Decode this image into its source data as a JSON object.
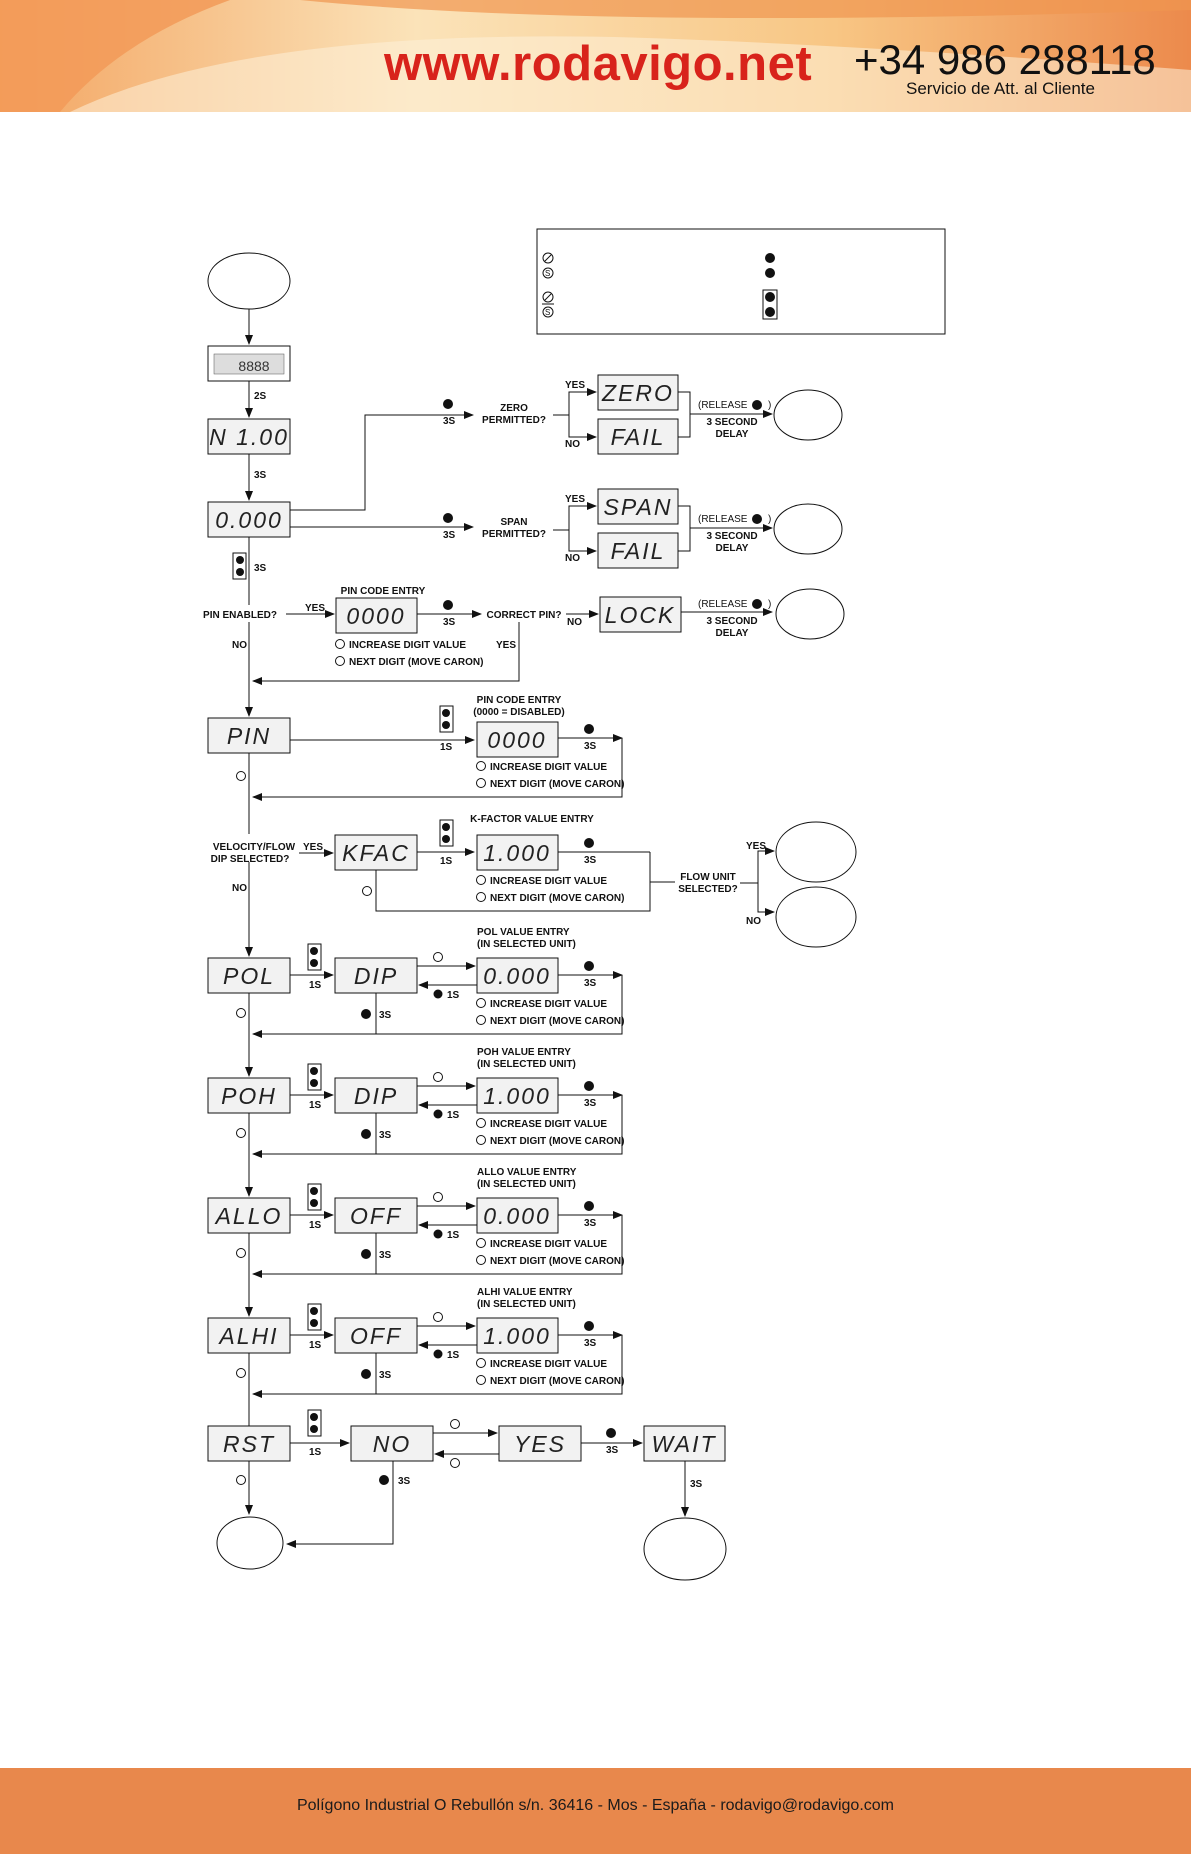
{
  "header": {
    "website": "www.rodavigo.net",
    "phone": "+34 986 288118",
    "service": "Servicio de Att. al Cliente"
  },
  "footer": {
    "address": "Polígono Industrial O Rebullón s/n. 36416 - Mos - España - rodavigo@rodavigo.com"
  },
  "colors": {
    "header_orange": "#f0a160",
    "header_light": "#fbd9a6",
    "footer_orange": "#e8884c",
    "brand_red": "#d8231b"
  },
  "icons": {
    "zero_button": "Z",
    "span_button": "S"
  },
  "diagram": {
    "lcd": {
      "n100": "N 1.00",
      "value0": "0.000",
      "zero": "ZERO",
      "fail": "FAIL",
      "span": "SPAN",
      "pin0": "0000",
      "lock": "LOCK",
      "pin": "PIN",
      "kfac": "KFAC",
      "kval": "1.000",
      "pol": "POL",
      "dip": "DIP",
      "pol_val": "0.000",
      "poh": "POH",
      "poh_val": "1.000",
      "allo": "ALLO",
      "off": "OFF",
      "allo_val": "0.000",
      "alhi": "ALHI",
      "alhi_val": "1.000",
      "rst": "RST",
      "no": "NO",
      "yes": "YES",
      "wait": "WAIT"
    },
    "labels": {
      "t2s": "2S",
      "t3s": "3S",
      "t1s": "1S",
      "zero_permitted": "ZERO",
      "zero_permitted2": "PERMITTED?",
      "span_permitted": "SPAN",
      "span_permitted2": "PERMITTED?",
      "yes": "YES",
      "no": "NO",
      "release_open": "(RELEASE",
      "release_close": ")",
      "delay1": "3 SECOND",
      "delay2": "DELAY",
      "pin_enabled": "PIN ENABLED?",
      "pin_code_entry": "PIN CODE ENTRY",
      "correct_pin": "CORRECT PIN?",
      "increase_digit": "INCREASE DIGIT VALUE",
      "next_digit": "NEXT DIGIT (MOVE CARON)",
      "pin_entry2": "PIN CODE ENTRY",
      "pin_disabled": "(0000 = DISABLED)",
      "vel_flow": "VELOCITY/FLOW",
      "dip_selected": "DIP SELECTED?",
      "kfactor_entry": "K-FACTOR VALUE ENTRY",
      "flow_unit": "FLOW UNIT",
      "flow_selected": "SELECTED?",
      "pol_entry": "POL VALUE ENTRY",
      "poh_entry": "POH VALUE ENTRY",
      "allo_entry": "ALLO VALUE ENTRY",
      "alhi_entry": "ALHI VALUE ENTRY",
      "in_unit": "(IN SELECTED UNIT)"
    }
  }
}
